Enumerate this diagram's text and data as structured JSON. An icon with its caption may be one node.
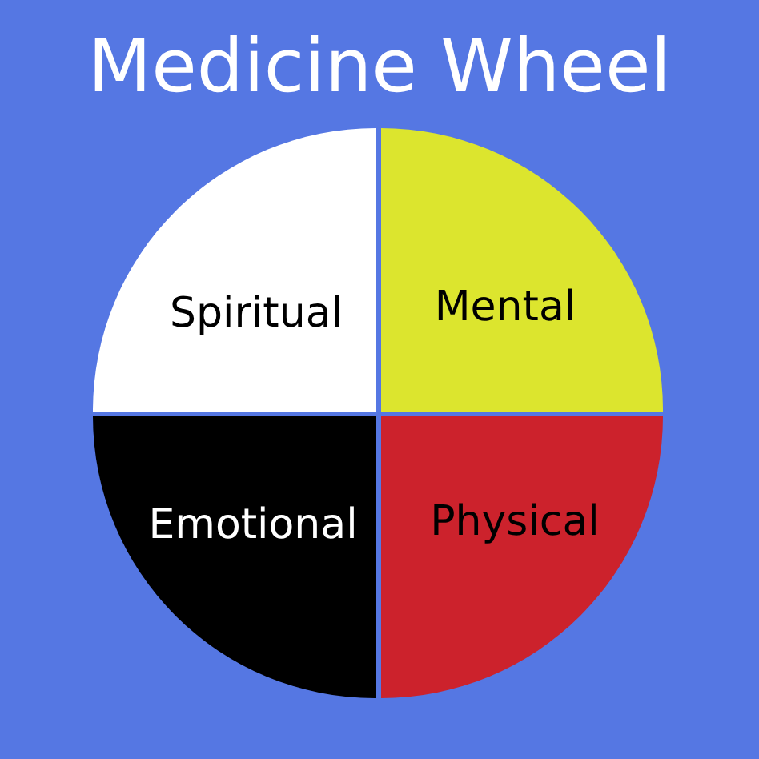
{
  "diagram": {
    "title": "Medicine Wheel",
    "nodes": [
      {
        "text": [
          "Spiritual"
        ]
      },
      {
        "text": [
          "Mental"
        ]
      },
      {
        "text": [
          "Emotional"
        ]
      },
      {
        "text": [
          "Physical"
        ]
      }
    ]
  }
}
